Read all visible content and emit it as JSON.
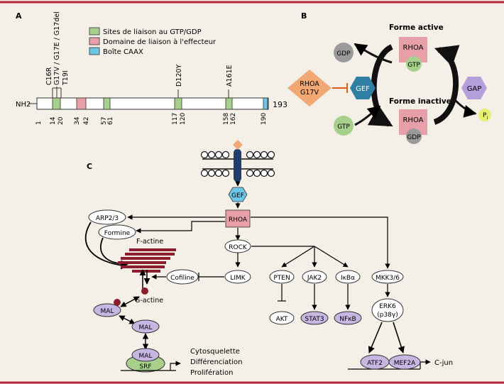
{
  "panels": {
    "a": "A",
    "b": "B",
    "c": "C"
  },
  "panel_a": {
    "legend": [
      {
        "label": "Sites de liaison au GTP/GDP",
        "color": "#a8d08d"
      },
      {
        "label": "Domaine de liaison à l'effecteur",
        "color": "#e8a0a8"
      },
      {
        "label": "Boîte CAAX",
        "color": "#6ec6e6"
      }
    ],
    "nh2": "NH2",
    "length": "193",
    "mutations": {
      "m1": "C16R",
      "m2": "G17V / G17E / G17del",
      "m3": "T19I",
      "m4": "D120Y",
      "m5": "A161E"
    },
    "positions": [
      "1",
      "14",
      "20",
      "34",
      "42",
      "57",
      "61",
      "117",
      "120",
      "158",
      "162",
      "190"
    ]
  },
  "panel_b": {
    "active_title": "Forme active",
    "inactive_title": "Forme inactive",
    "rhoa": "RHOA",
    "gtp": "GTP",
    "gdp": "GDP",
    "gef": "GEF",
    "gap": "GAP",
    "pi": "P",
    "pi_sub": "i",
    "mutant_line1": "RHOA",
    "mutant_line2": "G17V"
  },
  "panel_c": {
    "gef": "GEF",
    "rhoa": "RHOA",
    "arp": "ARP2/3",
    "formine": "Formine",
    "rock": "ROCK",
    "factine": "F-actine",
    "cofiline": "Cofiline",
    "limk": "LIMK",
    "gactine": "G-actine",
    "mal": "MAL",
    "srf": "SRF",
    "outcomes": [
      "Cytosquelette",
      "Différenciation",
      "Prolifération"
    ],
    "pten": "PTEN",
    "akt": "AKT",
    "jak2": "JAK2",
    "stat3": "STAT3",
    "ikba": "IκBα",
    "nfkb": "NFκB",
    "mkk": "MKK3/6",
    "erk6_line1": "ERK6",
    "erk6_line2": "(p38γ)",
    "atf2": "ATF2",
    "mef2a": "MEF2A",
    "cjun": "C-jun"
  },
  "colors": {
    "frame": "#b5283b",
    "green": "#a8d08d",
    "pink": "#e8a0a8",
    "blue": "#6ec6e6",
    "lavender": "#c7b6e2",
    "grey": "#9a9a9a",
    "orange": "#f2a875",
    "actin": "#8b1e2d"
  }
}
